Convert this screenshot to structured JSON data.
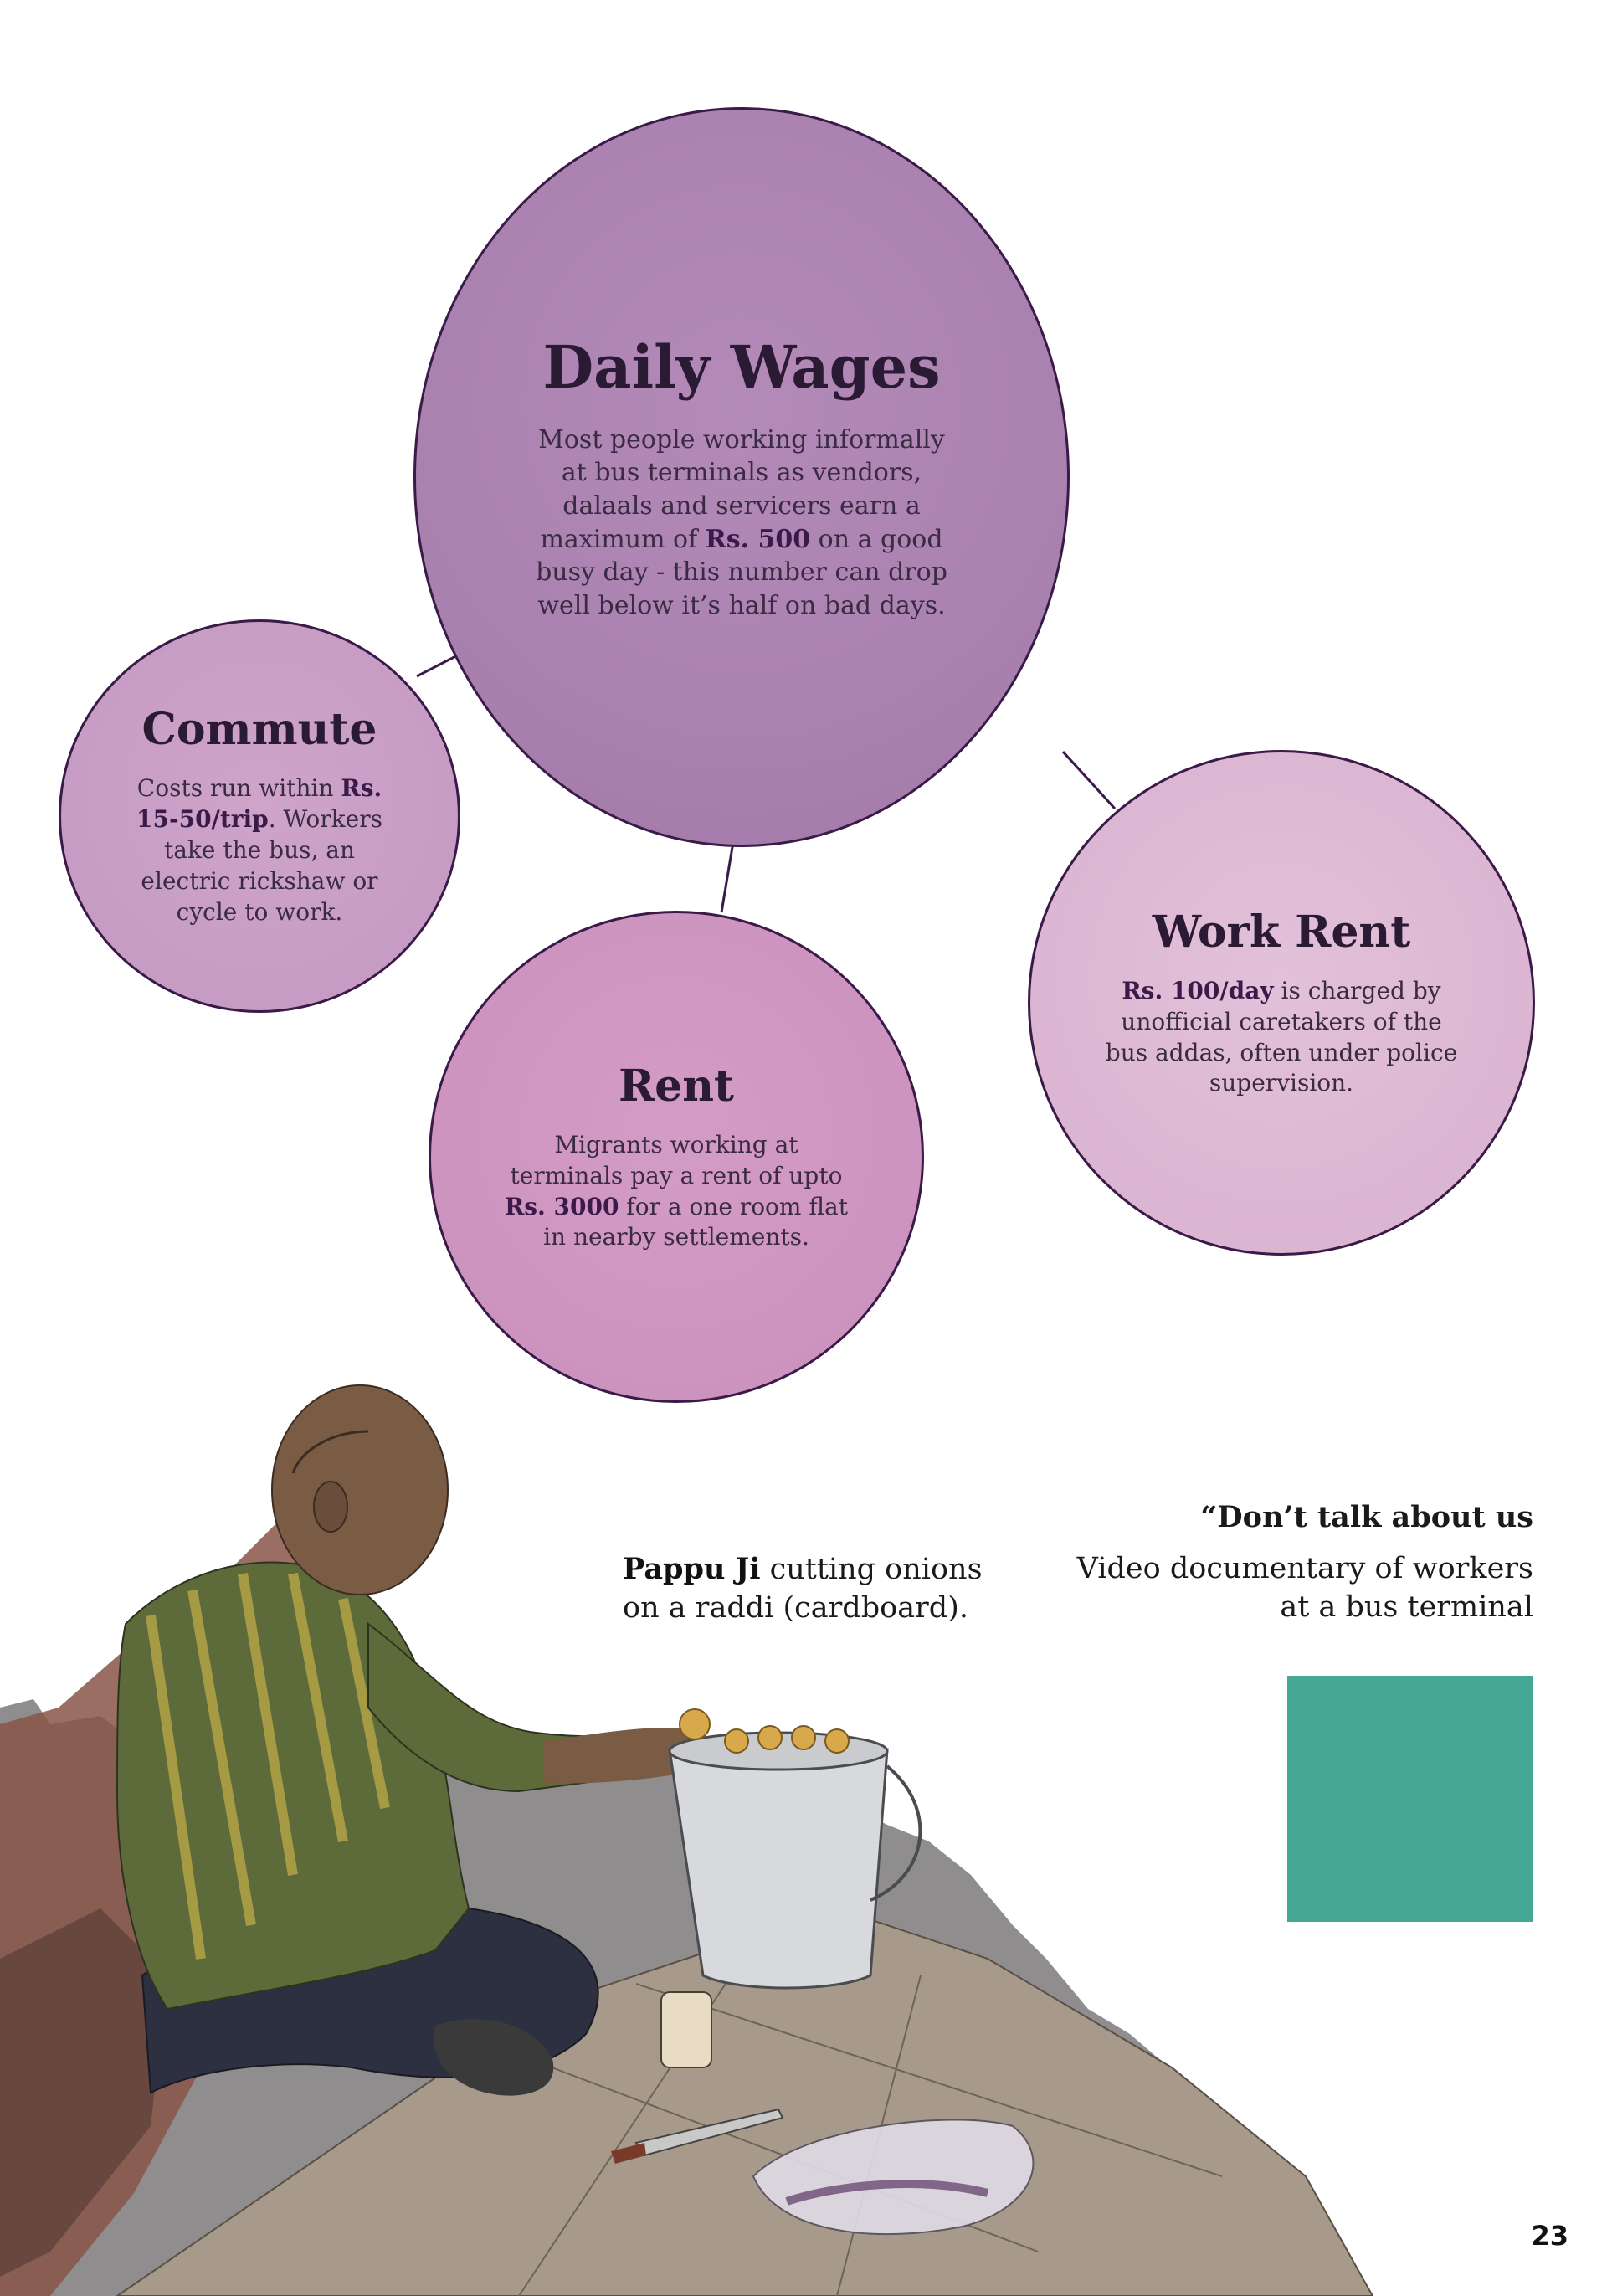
{
  "bubbles": {
    "daily_wages": {
      "title": "Daily Wages",
      "text_before": "Most people working informally at bus terminals as vendors, dalaals and servicers earn a maximum of ",
      "highlight": "Rs. 500",
      "text_after": " on a good busy day - this number can drop well below it’s half on bad days."
    },
    "commute": {
      "title": "Commute",
      "text_before": "Costs run within ",
      "highlight": "Rs. 15-50/trip",
      "text_after": ". Workers take the bus, an electric rickshaw or cycle to work."
    },
    "rent": {
      "title": "Rent",
      "text_before": "Migrants working at terminals pay a rent of upto ",
      "highlight": "Rs. 3000",
      "text_after": " for a one room flat in nearby settlements."
    },
    "work_rent": {
      "title": "Work Rent",
      "text_before": "",
      "highlight": "Rs. 100/day",
      "text_after": " is charged by unofficial caretakers of the bus addas, often under police supervision."
    }
  },
  "caption": {
    "name": "Pappu Ji",
    "text": " cutting onions on a raddi (cardboard)."
  },
  "video": {
    "title": "“Don’t talk about us",
    "subtitle": "Video documentary of workers at a bus terminal"
  },
  "page_number": "23",
  "colors": {
    "wages_bubble": "#a880ae",
    "commute_bubble": "#c59bc3",
    "rent_bubble": "#cb92bd",
    "work_rent_bubble": "#dab4d1",
    "outline": "#3a1a48",
    "video_box": "#45a894"
  }
}
